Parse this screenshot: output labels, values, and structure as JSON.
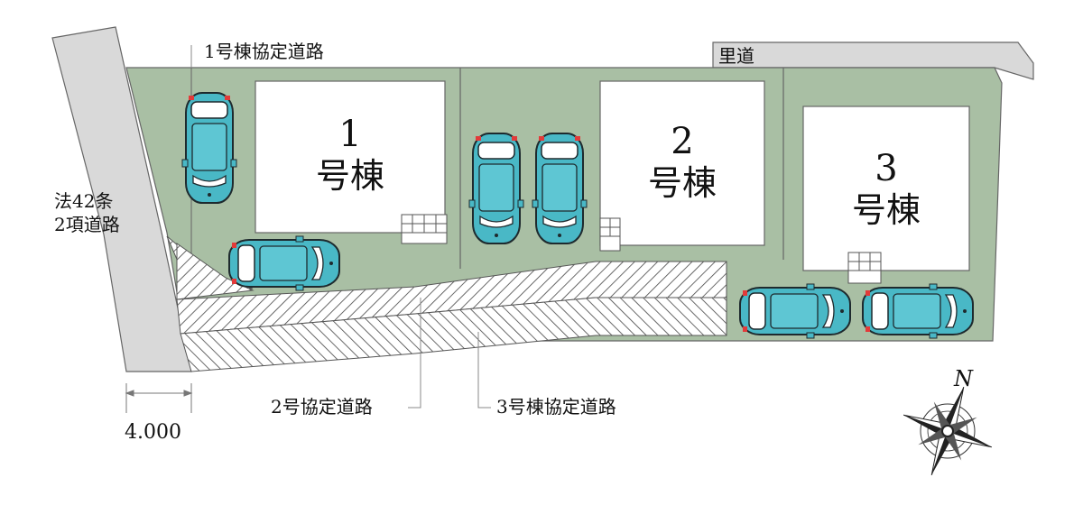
{
  "labels": {
    "road_42": [
      "法42条",
      "2項道路"
    ],
    "satomichi": "里道",
    "agreement_1": "1号棟協定道路",
    "agreement_2": "2号協定道路",
    "agreement_3": "3号棟協定道路",
    "road_width": "4.000",
    "north": "N"
  },
  "buildings": [
    {
      "number": "1",
      "name": "号棟"
    },
    {
      "number": "2",
      "name": "号棟"
    },
    {
      "number": "3",
      "name": "号棟"
    }
  ],
  "colors": {
    "lot": "#a9bfa4",
    "road": "#d9d9d9",
    "building": "#ffffff",
    "car": "#49b8c6",
    "car_light": "#e23a3a",
    "hatch": "#444444"
  }
}
